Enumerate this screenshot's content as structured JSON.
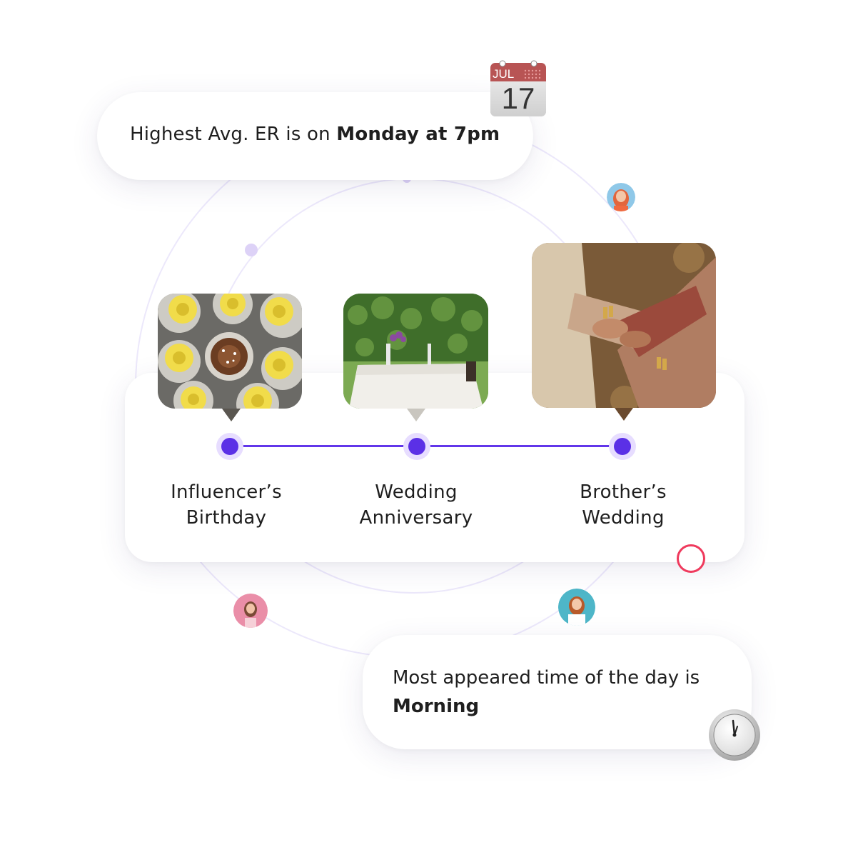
{
  "highlight_er": {
    "prefix": "Highest Avg. ER is on ",
    "bold": "Monday at 7pm"
  },
  "calendar": {
    "month": "JUL",
    "day": "17"
  },
  "timeline": {
    "events": [
      {
        "label_line1": "Influencer’s",
        "label_line2": "Birthday"
      },
      {
        "label_line1": "Wedding",
        "label_line2": "Anniversary"
      },
      {
        "label_line1": "Brother’s",
        "label_line2": "Wedding"
      }
    ]
  },
  "time_of_day": {
    "prefix": "Most appeared time of the day is",
    "bold": "Morning"
  },
  "colors": {
    "accent": "#5b30e6",
    "accent_light": "#e7ddff",
    "ring": "#ece8fb",
    "alert_ring": "#ef3a5d",
    "calendar_red": "#b85454"
  }
}
